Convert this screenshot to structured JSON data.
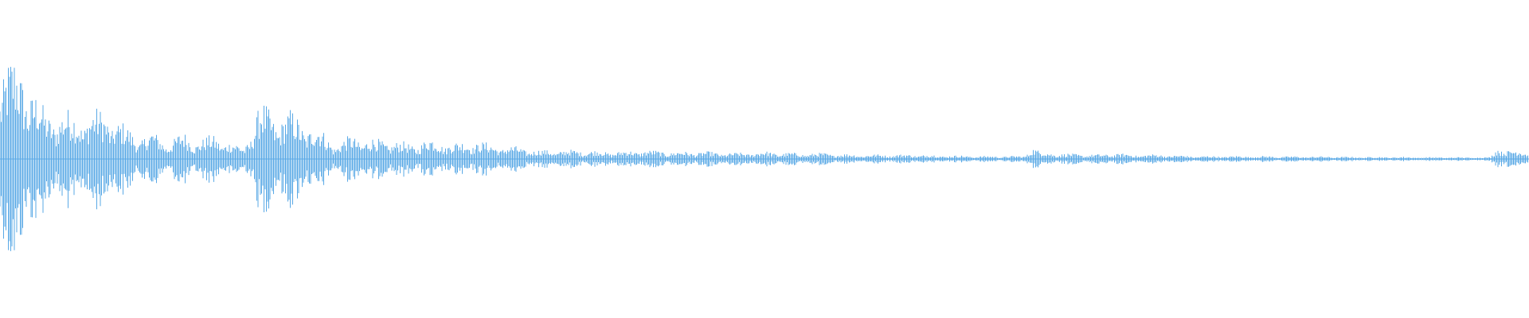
{
  "waveform": {
    "color": "#5aa9e6",
    "background": "#ffffff",
    "envelope": [
      [
        0.0,
        0.7
      ],
      [
        0.01,
        0.66
      ],
      [
        0.02,
        0.55
      ],
      [
        0.03,
        0.3
      ],
      [
        0.04,
        0.34
      ],
      [
        0.05,
        0.3
      ],
      [
        0.06,
        0.33
      ],
      [
        0.07,
        0.32
      ],
      [
        0.08,
        0.24
      ],
      [
        0.09,
        0.16
      ],
      [
        0.1,
        0.18
      ],
      [
        0.11,
        0.12
      ],
      [
        0.12,
        0.18
      ],
      [
        0.13,
        0.13
      ],
      [
        0.14,
        0.16
      ],
      [
        0.15,
        0.12
      ],
      [
        0.16,
        0.08
      ],
      [
        0.17,
        0.38
      ],
      [
        0.18,
        0.3
      ],
      [
        0.19,
        0.32
      ],
      [
        0.2,
        0.25
      ],
      [
        0.21,
        0.2
      ],
      [
        0.22,
        0.1
      ],
      [
        0.23,
        0.16
      ],
      [
        0.24,
        0.14
      ],
      [
        0.25,
        0.13
      ],
      [
        0.26,
        0.12
      ],
      [
        0.27,
        0.1
      ],
      [
        0.28,
        0.14
      ],
      [
        0.29,
        0.12
      ],
      [
        0.3,
        0.11
      ],
      [
        0.31,
        0.13
      ],
      [
        0.32,
        0.1
      ],
      [
        0.33,
        0.09
      ],
      [
        0.34,
        0.08
      ],
      [
        0.35,
        0.06
      ],
      [
        0.36,
        0.06
      ],
      [
        0.38,
        0.06
      ],
      [
        0.4,
        0.05
      ],
      [
        0.42,
        0.06
      ],
      [
        0.44,
        0.05
      ],
      [
        0.46,
        0.05
      ],
      [
        0.48,
        0.04
      ],
      [
        0.5,
        0.05
      ],
      [
        0.52,
        0.04
      ],
      [
        0.54,
        0.04
      ],
      [
        0.56,
        0.03
      ],
      [
        0.58,
        0.03
      ],
      [
        0.6,
        0.03
      ],
      [
        0.62,
        0.025
      ],
      [
        0.64,
        0.02
      ],
      [
        0.66,
        0.02
      ],
      [
        0.67,
        0.02
      ],
      [
        0.675,
        0.09
      ],
      [
        0.68,
        0.05
      ],
      [
        0.69,
        0.04
      ],
      [
        0.7,
        0.035
      ],
      [
        0.72,
        0.03
      ],
      [
        0.73,
        0.04
      ],
      [
        0.74,
        0.03
      ],
      [
        0.76,
        0.03
      ],
      [
        0.78,
        0.02
      ],
      [
        0.8,
        0.02
      ],
      [
        0.82,
        0.02
      ],
      [
        0.84,
        0.018
      ],
      [
        0.86,
        0.018
      ],
      [
        0.88,
        0.015
      ],
      [
        0.9,
        0.015
      ],
      [
        0.92,
        0.014
      ],
      [
        0.94,
        0.012
      ],
      [
        0.96,
        0.012
      ],
      [
        0.975,
        0.012
      ],
      [
        0.98,
        0.1
      ],
      [
        0.985,
        0.06
      ],
      [
        1.0,
        0.055
      ]
    ]
  }
}
